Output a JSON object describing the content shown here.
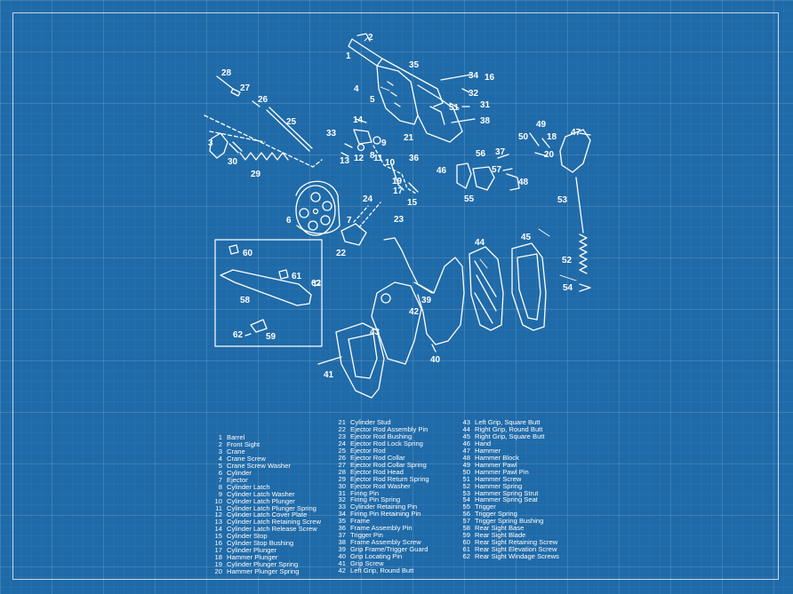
{
  "callouts": [
    "1",
    "2",
    "3",
    "4",
    "5",
    "6",
    "7",
    "8",
    "9",
    "10",
    "11",
    "12",
    "13",
    "14",
    "15",
    "16",
    "17",
    "18",
    "19",
    "20",
    "21",
    "22",
    "23",
    "24",
    "25",
    "26",
    "27",
    "28",
    "29",
    "30",
    "31",
    "32",
    "33",
    "34",
    "35",
    "36",
    "37",
    "38",
    "39",
    "40",
    "41",
    "42",
    "43",
    "44",
    "45",
    "46",
    "47",
    "48",
    "49",
    "50",
    "51",
    "52",
    "53",
    "54",
    "55",
    "56",
    "57",
    "58",
    "59",
    "60",
    "61",
    "62"
  ],
  "parts": [
    {
      "num": "1",
      "name": "Barrel"
    },
    {
      "num": "2",
      "name": "Front Sight"
    },
    {
      "num": "3",
      "name": "Crane"
    },
    {
      "num": "4",
      "name": "Crane Screw"
    },
    {
      "num": "5",
      "name": "Crane Screw Washer"
    },
    {
      "num": "6",
      "name": "Cylinder"
    },
    {
      "num": "7",
      "name": "Ejector"
    },
    {
      "num": "8",
      "name": "Cylinder Latch"
    },
    {
      "num": "9",
      "name": "Cylinder Latch Washer"
    },
    {
      "num": "10",
      "name": "Cylinder Latch Plunger"
    },
    {
      "num": "11",
      "name": "Cylinder Latch Plunger Spring"
    },
    {
      "num": "12",
      "name": "Cylinder Latch Cover Plate"
    },
    {
      "num": "13",
      "name": "Cylinder Latch Retaining Screw"
    },
    {
      "num": "14",
      "name": "Cylinder Latch Release Screw"
    },
    {
      "num": "15",
      "name": "Cylinder Stop"
    },
    {
      "num": "16",
      "name": "Cylinder Stop Bushing"
    },
    {
      "num": "17",
      "name": "Cylinder Plunger"
    },
    {
      "num": "18",
      "name": "Hammer Plunger"
    },
    {
      "num": "19",
      "name": "Cylinder Plunger Spring"
    },
    {
      "num": "20",
      "name": "Hammer Plunger Spring"
    },
    {
      "num": "21",
      "name": "Cylinder Stud"
    },
    {
      "num": "22",
      "name": "Ejector Rod Assembly Pin"
    },
    {
      "num": "23",
      "name": "Ejector Rod Bushing"
    },
    {
      "num": "24",
      "name": "Ejector Rod Lock Spring"
    },
    {
      "num": "25",
      "name": "Ejector Rod"
    },
    {
      "num": "26",
      "name": "Ejector Rod Collar"
    },
    {
      "num": "27",
      "name": "Ejector Rod Collar Spring"
    },
    {
      "num": "28",
      "name": "Ejector Rod Head"
    },
    {
      "num": "29",
      "name": "Ejector Rod Return Spring"
    },
    {
      "num": "30",
      "name": "Ejector Rod Washer"
    },
    {
      "num": "31",
      "name": "Firing Pin"
    },
    {
      "num": "32",
      "name": "Firing Pin Spring"
    },
    {
      "num": "33",
      "name": "Cylinder Retaining Pin"
    },
    {
      "num": "34",
      "name": "Firing Pin Retaining Pin"
    },
    {
      "num": "35",
      "name": "Frame"
    },
    {
      "num": "36",
      "name": "Frame Assembly Pin"
    },
    {
      "num": "37",
      "name": "Trigger Pin"
    },
    {
      "num": "38",
      "name": "Frame Assembly Screw"
    },
    {
      "num": "39",
      "name": "Grip Frame/Trigger Guard"
    },
    {
      "num": "40",
      "name": "Grip Locating Pin"
    },
    {
      "num": "41",
      "name": "Grip Screw"
    },
    {
      "num": "42",
      "name": "Left Grip, Round Butt"
    },
    {
      "num": "43",
      "name": "Left Grip, Square Butt"
    },
    {
      "num": "44",
      "name": "Right Grip, Round Butt"
    },
    {
      "num": "45",
      "name": "Right Grip, Square Butt"
    },
    {
      "num": "46",
      "name": "Hand"
    },
    {
      "num": "47",
      "name": "Hammer"
    },
    {
      "num": "48",
      "name": "Hammer Block"
    },
    {
      "num": "49",
      "name": "Hammer Pawl"
    },
    {
      "num": "50",
      "name": "Hammer Pawl Pin"
    },
    {
      "num": "51",
      "name": "Hammer Screw"
    },
    {
      "num": "52",
      "name": "Hammer Spring"
    },
    {
      "num": "53",
      "name": "Hammer Spring Strut"
    },
    {
      "num": "54",
      "name": "Hammer Spring Seat"
    },
    {
      "num": "55",
      "name": "Trigger"
    },
    {
      "num": "56",
      "name": "Trigger Spring"
    },
    {
      "num": "57",
      "name": "Trigger Spring Bushing"
    },
    {
      "num": "58",
      "name": "Rear Sight Base"
    },
    {
      "num": "59",
      "name": "Rear Sight Blade"
    },
    {
      "num": "60",
      "name": "Rear Sight Retaining Screw"
    },
    {
      "num": "61",
      "name": "Rear Sight Elevation Screw"
    },
    {
      "num": "62",
      "name": "Rear Sight Windage Screws"
    }
  ],
  "colors": {
    "background": "#1f6aa8",
    "line": "#ffffff"
  }
}
